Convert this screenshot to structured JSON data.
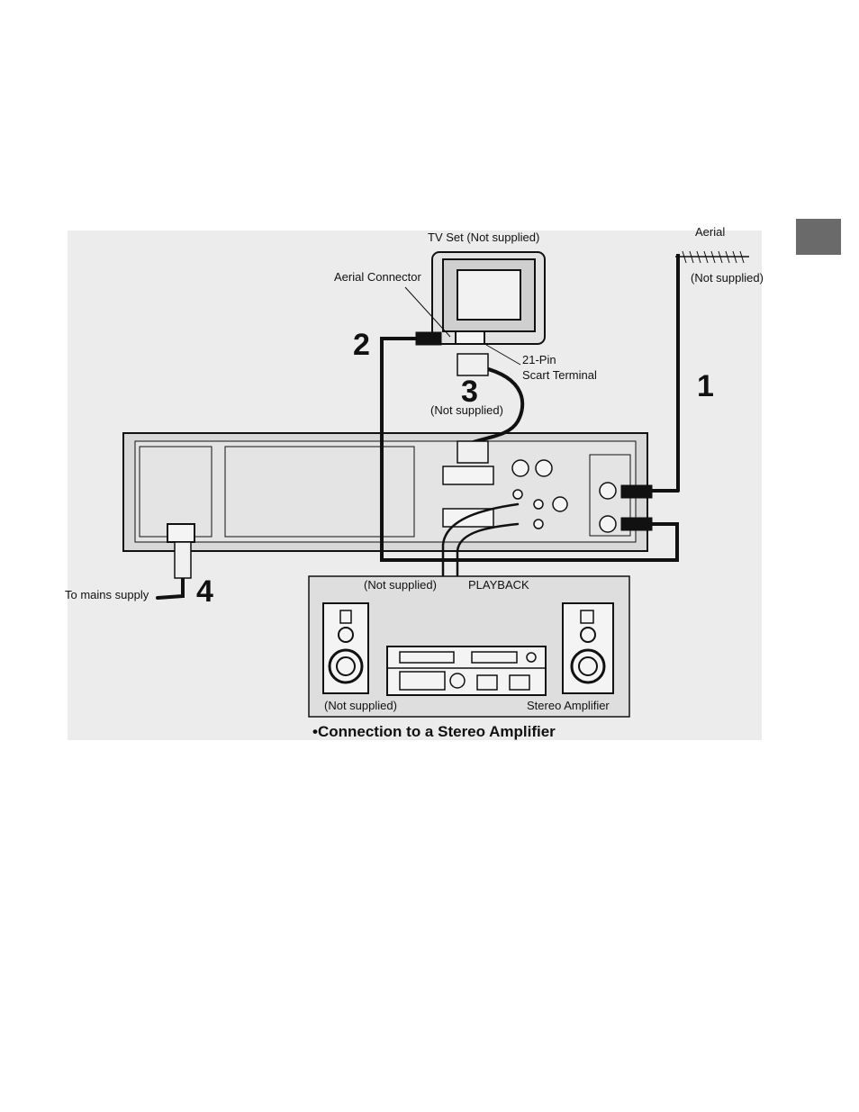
{
  "labels": {
    "tv_set": "TV Set (Not supplied)",
    "aerial": "Aerial",
    "aerial_not_supplied": "(Not supplied)",
    "aerial_connector": "Aerial Connector",
    "scart_line1": "21-Pin",
    "scart_line2": "Scart Terminal",
    "scart_cable_not_supplied": "(Not supplied)",
    "mains": "To mains supply",
    "audio_cable_not_supplied": "(Not supplied)",
    "playback": "PLAYBACK",
    "amp_not_supplied": "(Not supplied)",
    "stereo_amplifier": "Stereo Amplifier"
  },
  "steps": {
    "s1": "1",
    "s2": "2",
    "s3": "3",
    "s4": "4"
  },
  "caption": "•Connection to a Stereo Amplifier"
}
